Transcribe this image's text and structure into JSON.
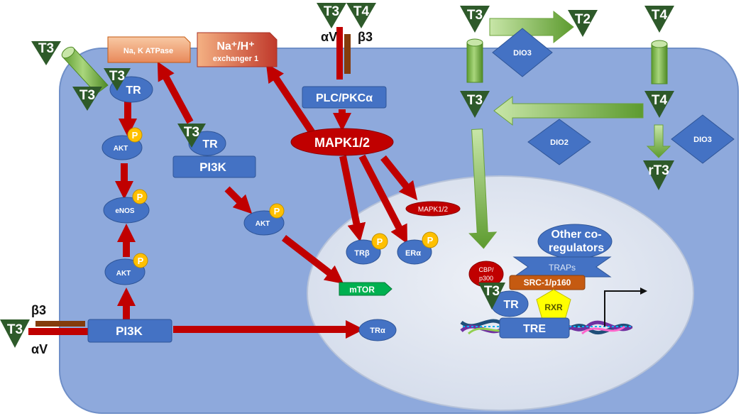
{
  "hormones": {
    "t3": "T3",
    "t4": "T4",
    "t2": "T2",
    "rt3": "rT3"
  },
  "integrin": {
    "alpha_v": "αV",
    "beta3": "β3"
  },
  "membrane_proteins": {
    "na_k_atpase": "Na, K ATPase",
    "nhe_line1": "Na⁺/H⁺",
    "nhe_line2": "exchanger 1"
  },
  "cytoplasm": {
    "tr": "TR",
    "akt": "AKT",
    "enos": "eNOS",
    "pi3k": "PI3K",
    "plc_pkc": "PLC/PKCα",
    "mapk": "MAPK1/2",
    "phospho": "P"
  },
  "deiodinases": {
    "dio3": "DIO3",
    "dio2": "DIO2"
  },
  "nucleus": {
    "mapk": "MAPK1/2",
    "tr_beta": "TRβ",
    "er_alpha": "ERα",
    "mtor": "mTOR",
    "tr_alpha": "TRα",
    "other_coreg_line1": "Other co-",
    "other_coreg_line2": "regulators",
    "traps": "TRAPs",
    "cbp_line1": "CBP/",
    "cbp_line2": "p300",
    "src1": "SRC-1/p160",
    "tr": "TR",
    "rxr": "RXR",
    "tre": "TRE"
  },
  "colors": {
    "cell": "#8ea9dc",
    "nucleus": "#dfe5f0",
    "protein": "#4472c4",
    "hormone": "#2e5a2a",
    "red_arrow": "#c00000",
    "green_arrow": "#8fc35a",
    "phospho": "#ffc000",
    "mtor": "#00b050",
    "src1": "#c55a11",
    "rxr": "#ffff00"
  }
}
